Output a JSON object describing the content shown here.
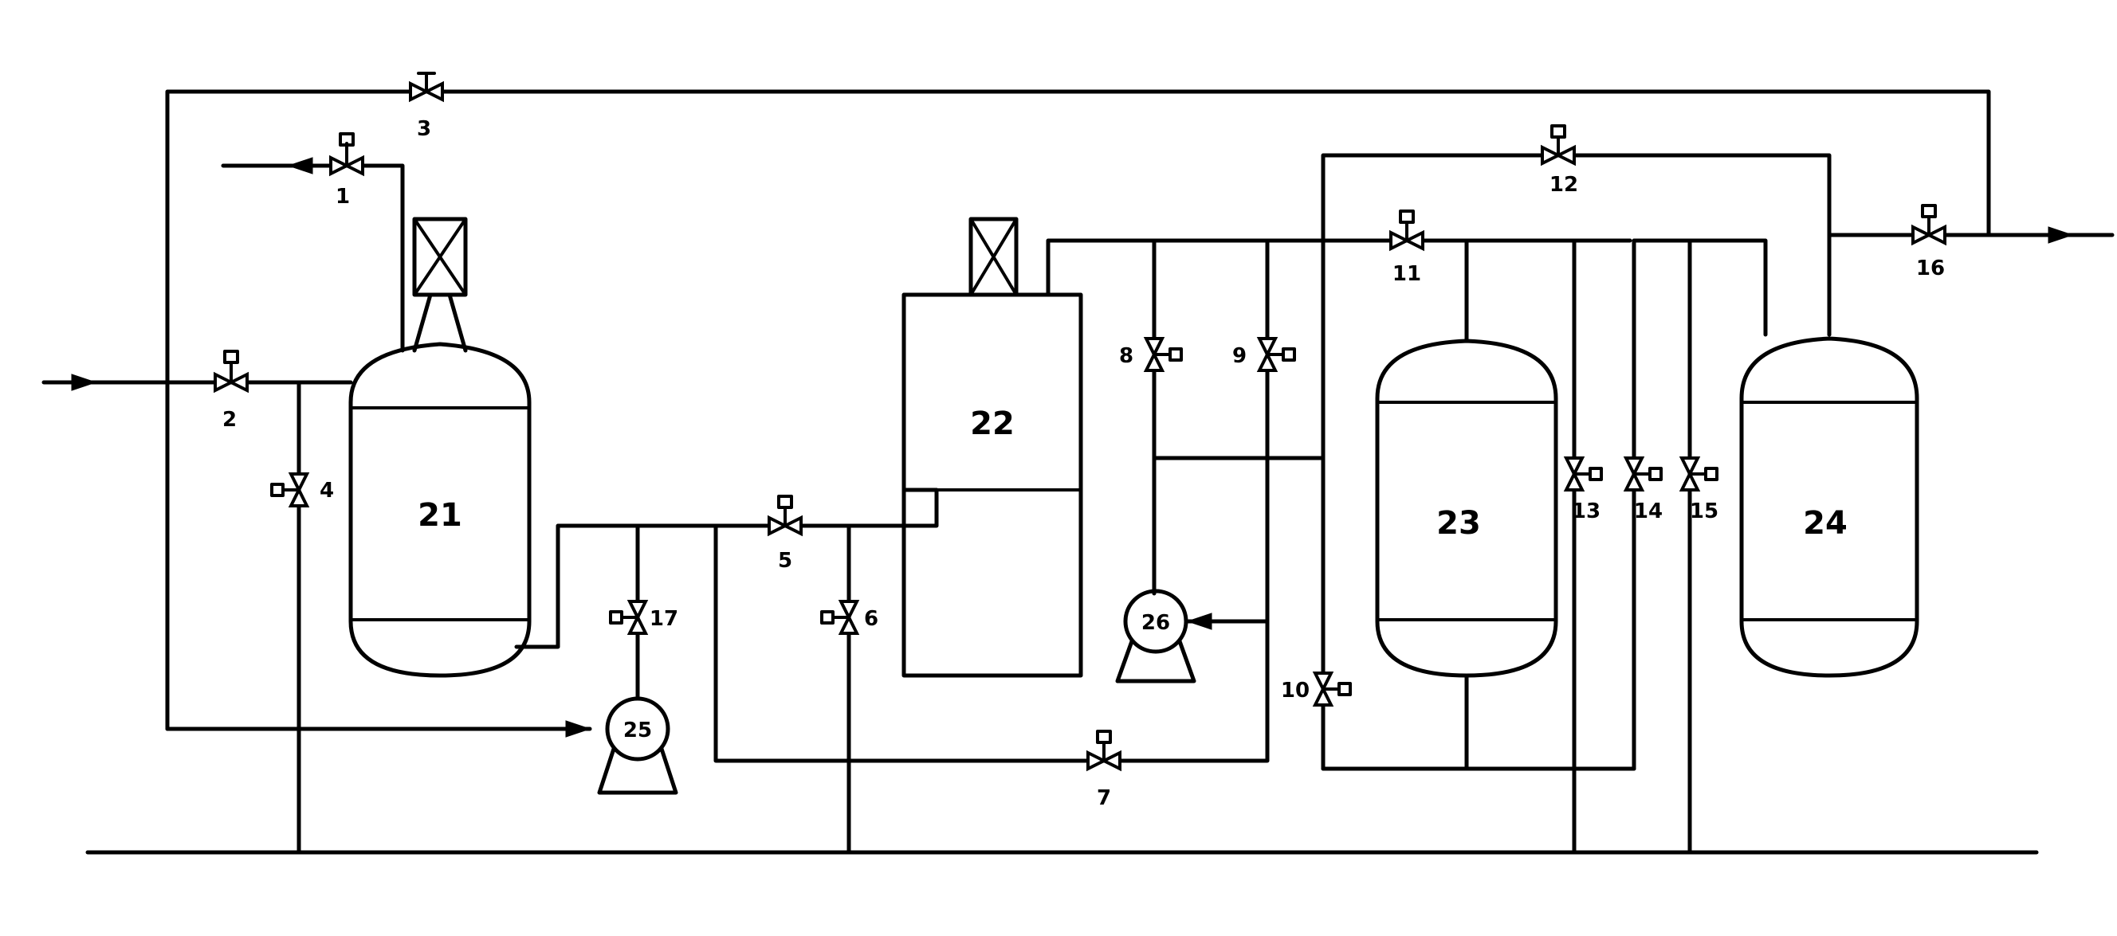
{
  "equipment": {
    "v21": "21",
    "v22": "22",
    "v23": "23",
    "v24": "24",
    "p25": "25",
    "p26": "26"
  },
  "valves": {
    "v1": "1",
    "v2": "2",
    "v3": "3",
    "v4": "4",
    "v5": "5",
    "v6": "6",
    "v7": "7",
    "v8": "8",
    "v9": "9",
    "v10": "10",
    "v11": "11",
    "v12": "12",
    "v13": "13",
    "v14": "14",
    "v15": "15",
    "v16": "16",
    "v17": "17"
  }
}
